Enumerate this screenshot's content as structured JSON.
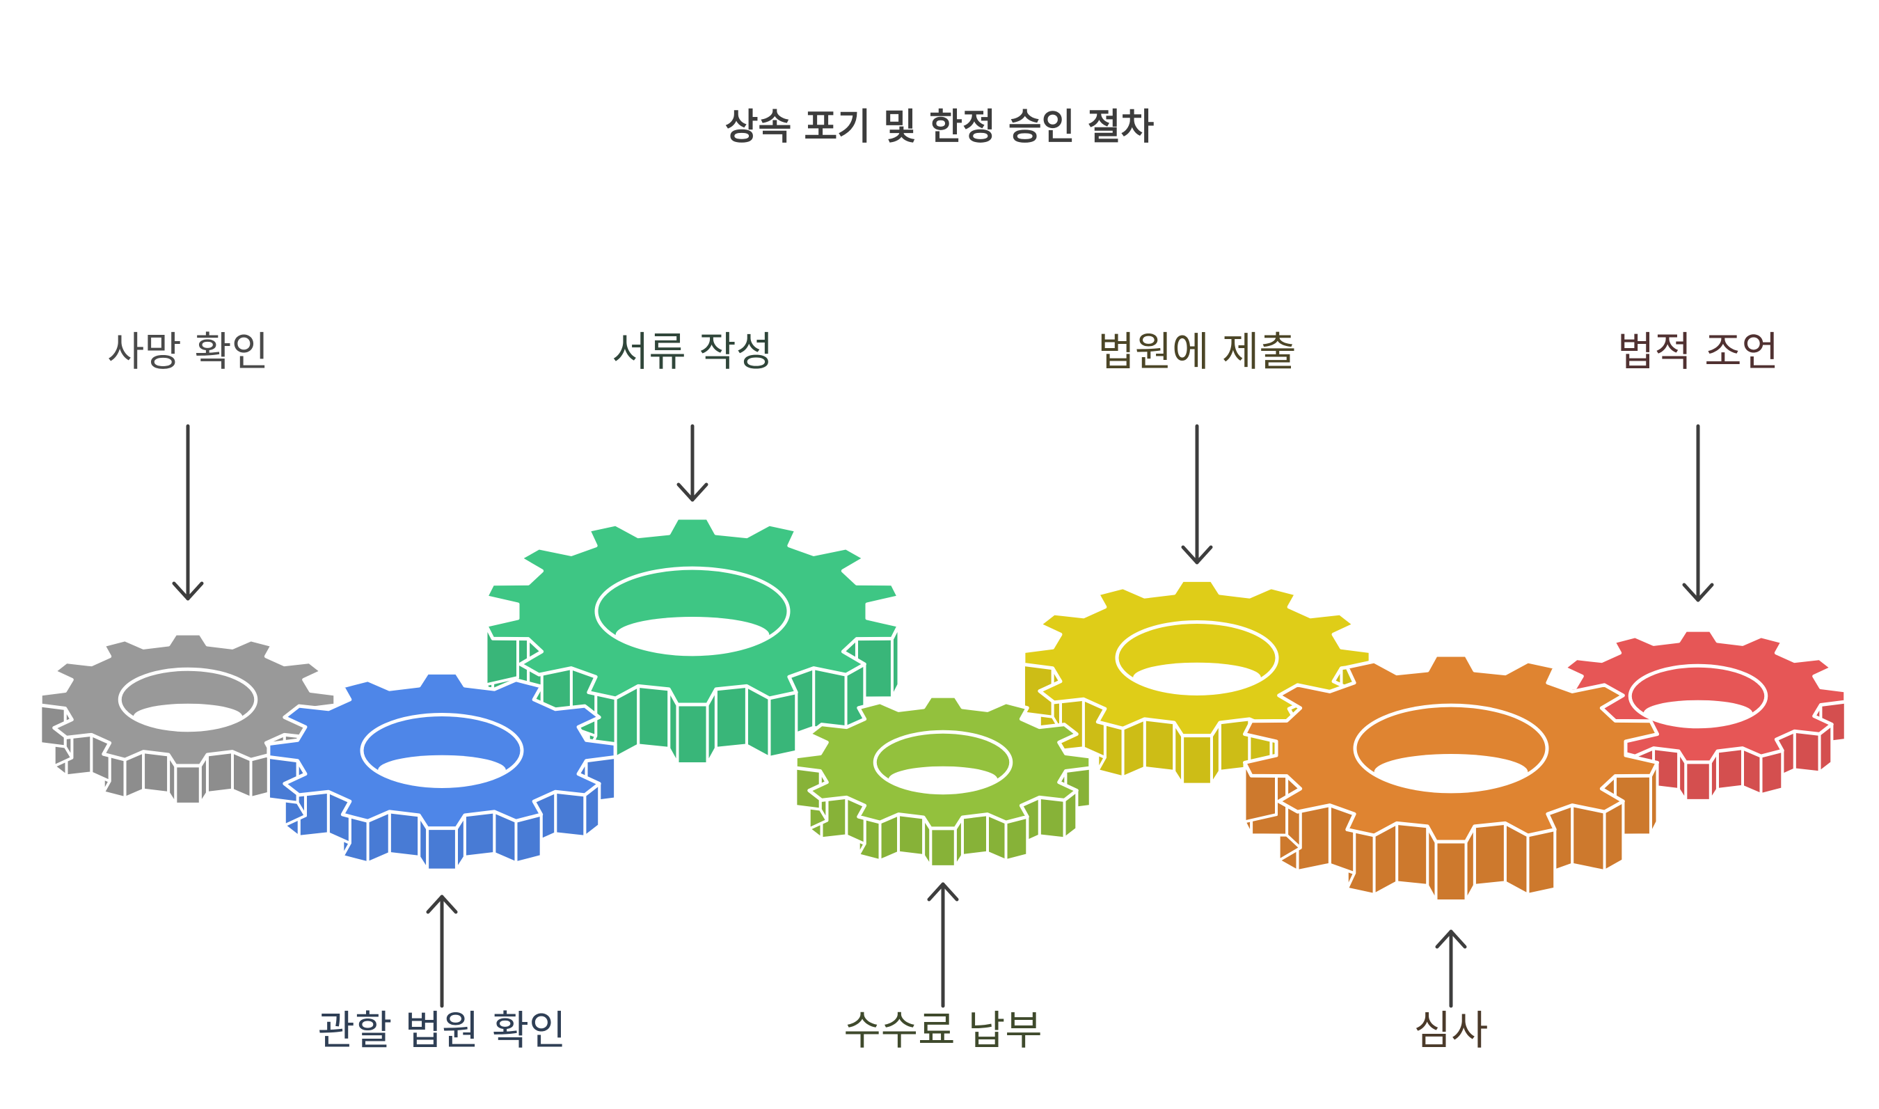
{
  "title": "상속 포기 및 한정 승인 절차",
  "steps": [
    {
      "label": "사망 확인",
      "color": "#999999",
      "label_color": "#4a4a4a",
      "label_position": "top"
    },
    {
      "label": "관할 법원 확인",
      "color": "#4e86e8",
      "label_color": "#2f3f55",
      "label_position": "bottom"
    },
    {
      "label": "서류 작성",
      "color": "#3ec684",
      "label_color": "#30463a",
      "label_position": "top"
    },
    {
      "label": "수수료 납부",
      "color": "#93c13d",
      "label_color": "#3f4a2c",
      "label_position": "bottom"
    },
    {
      "label": "법원에 제출",
      "color": "#dfcd18",
      "label_color": "#4b4526",
      "label_position": "top"
    },
    {
      "label": "심사",
      "color": "#df8431",
      "label_color": "#4b3a2a",
      "label_position": "bottom"
    },
    {
      "label": "법적 조언",
      "color": "#e65656",
      "label_color": "#503131",
      "label_position": "top"
    }
  ],
  "icons": {
    "gear": "gear-icon",
    "arrow_down": "arrow-down-icon",
    "arrow_up": "arrow-up-icon"
  }
}
